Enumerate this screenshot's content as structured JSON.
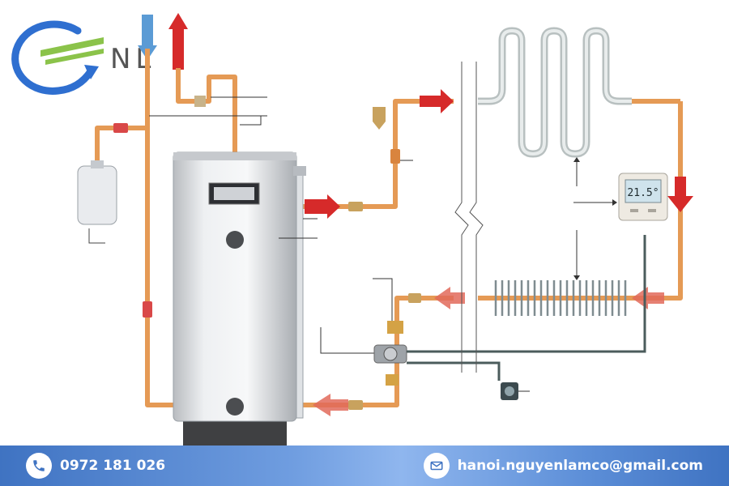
{
  "brand": {
    "logo_text": "NL",
    "accent": "#2f6fd0",
    "stripe_color": "#8bc34a"
  },
  "thermostat": {
    "display": "21.5°"
  },
  "colors": {
    "pipe": "#e59a55",
    "hot_arrow": "#d62a2a",
    "cold_arrow": "#5b9bd5",
    "coil": "#cfd6d6"
  },
  "footer": {
    "phone": "0972 181 026",
    "email": "hanoi.nguyenlamco@gmail.com",
    "phone_icon": "phone-icon",
    "email_icon": "mail-icon"
  }
}
